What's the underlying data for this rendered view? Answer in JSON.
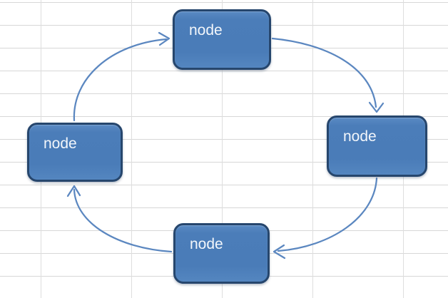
{
  "diagram": {
    "type": "cycle",
    "nodes": [
      {
        "id": "top",
        "label": "node"
      },
      {
        "id": "right",
        "label": "node"
      },
      {
        "id": "bottom",
        "label": "node"
      },
      {
        "id": "left",
        "label": "node"
      }
    ],
    "connections": [
      {
        "from": "left",
        "to": "top"
      },
      {
        "from": "top",
        "to": "right"
      },
      {
        "from": "right",
        "to": "bottom"
      },
      {
        "from": "bottom",
        "to": "left"
      }
    ],
    "colors": {
      "node_fill": "#4a7cb8",
      "node_border": "#26466d",
      "node_text": "#f2f6fb",
      "arrow": "#5b87c0",
      "gridline": "#d9d9d9",
      "background": "#ffffff"
    }
  }
}
